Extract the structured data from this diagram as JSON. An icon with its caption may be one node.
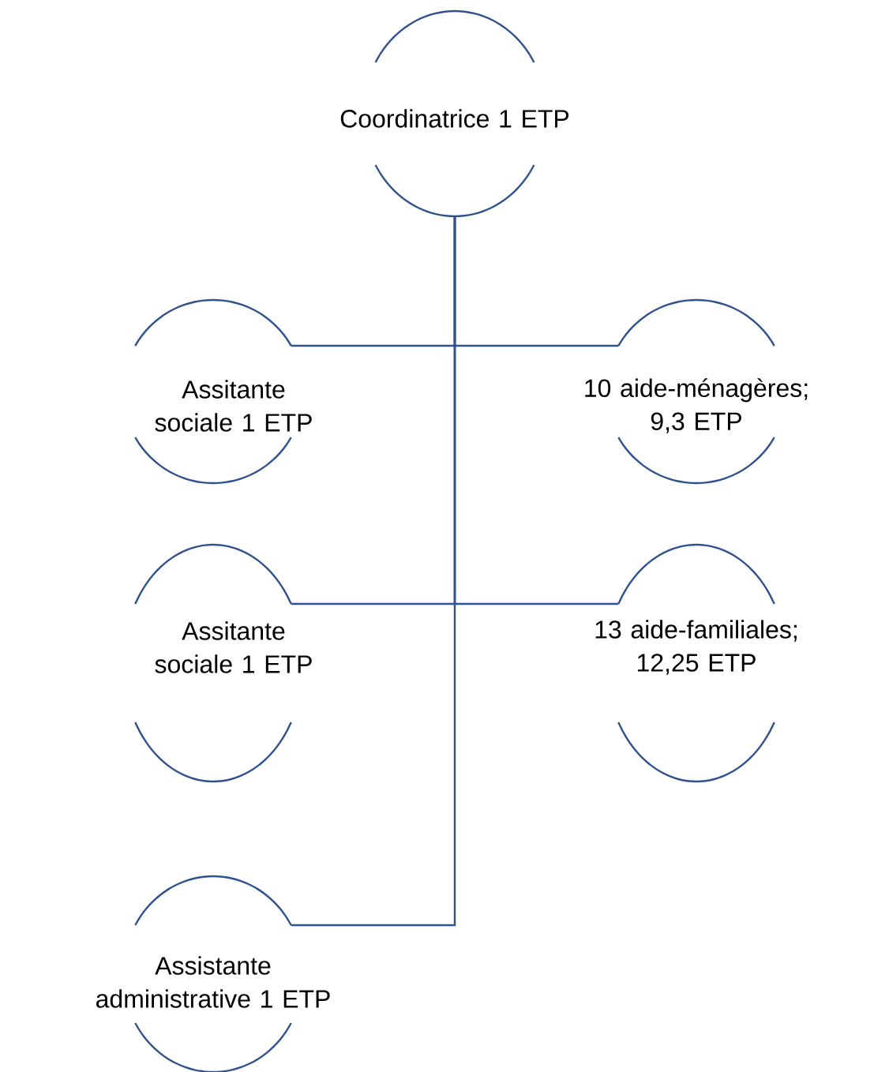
{
  "diagram": {
    "nodes": [
      {
        "text": [
          "Coordinatrice 1 ETP"
        ]
      },
      {
        "text": [
          "Assitante sociale 1 ETP"
        ]
      },
      {
        "text": [
          "10 aide-ménagères; 9,3 ETP"
        ]
      },
      {
        "text": [
          "Assitante sociale 1 ETP"
        ]
      },
      {
        "text": [
          "13 aide-familiales; 12,25 ETP"
        ]
      },
      {
        "text": [
          "Assistante administrative 1 ETP"
        ]
      }
    ],
    "edges": [
      {
        "from": 0,
        "to": 1,
        "arrow": "none"
      },
      {
        "from": 0,
        "to": 2,
        "arrow": "none"
      },
      {
        "from": 0,
        "to": 3,
        "arrow": "none"
      },
      {
        "from": 0,
        "to": 4,
        "arrow": "none"
      },
      {
        "from": 0,
        "to": 5,
        "arrow": "none"
      }
    ]
  }
}
